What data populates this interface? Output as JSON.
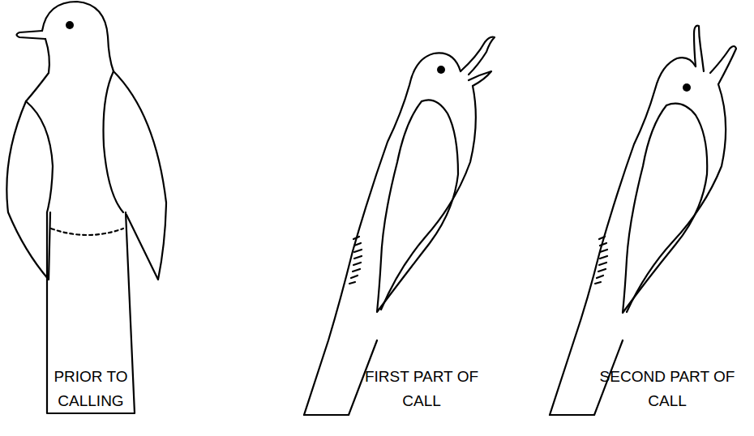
{
  "diagram": {
    "labels": [
      "PRIOR TO CALLING",
      "FIRST PART OF CALL",
      "SECOND PART OF CALL"
    ]
  }
}
